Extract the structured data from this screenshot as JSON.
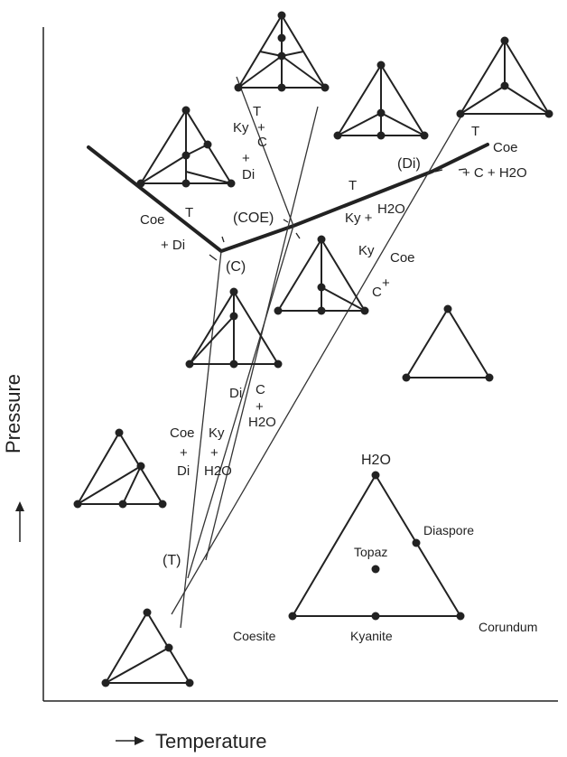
{
  "axes": {
    "y_title": "Pressure",
    "x_title": "Temperature"
  },
  "invariant_points": {
    "COE": "(COE)",
    "Di": "(Di)",
    "C": "(C)",
    "T": "(T)"
  },
  "reaction_labels": {
    "top_T": "T",
    "top_plus": "+",
    "top_C": "C",
    "top_Ky": "Ky",
    "top_plus2": "+",
    "top_Di": "Di",
    "mid_T": "T",
    "mid_Ky": "Ky +",
    "mid_H2O": "H2O",
    "right_T": "T",
    "right_Coe": "Coe",
    "right_rest": "+ C + H2O",
    "left_Coe": "Coe",
    "left_T": "T",
    "left_Di": "+ Di",
    "c_Ky": "Ky",
    "c_Coe": "Coe",
    "c_C": "C",
    "c_plus": "+",
    "low_Di": "Di",
    "low_C": "C",
    "low_plus": "+",
    "low_H2O": "H2O",
    "bot_Coe": "Coe",
    "bot_Ky": "Ky",
    "bot_plus1": "+",
    "bot_plus2": "+",
    "bot_Di": "Di",
    "bot_H2O": "H2O"
  },
  "legend_triangle": {
    "apex": "H2O",
    "right_edge": "Diaspore",
    "center": "Topaz",
    "left": "Coesite",
    "bottom": "Kyanite",
    "right": "Corundum"
  }
}
